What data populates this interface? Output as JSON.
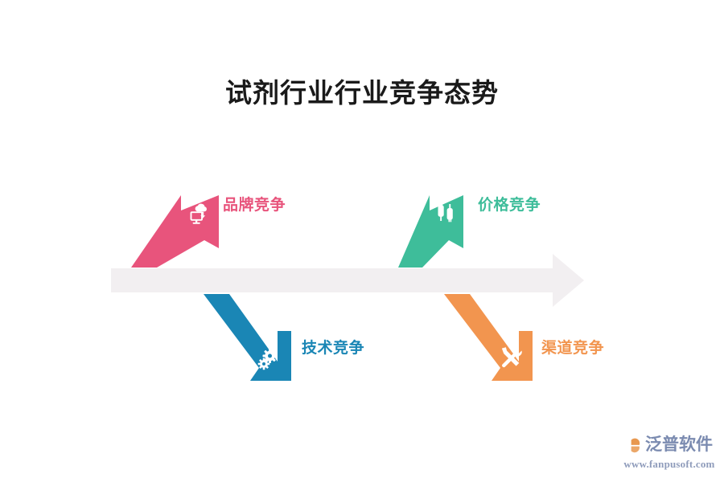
{
  "page": {
    "title": "试剂行业行业竞争态势",
    "background_color": "#ffffff"
  },
  "diagram": {
    "type": "fishbone",
    "spine": {
      "name": "main-spine-arrow",
      "color": "#f2eff1",
      "direction": "right"
    },
    "branches": [
      {
        "id": "brand",
        "label": "品牌竞争",
        "color": "#e8547c",
        "icon": "cloud-monitor-icon",
        "position": "upper-left",
        "direction": "up-right"
      },
      {
        "id": "price",
        "label": "价格竞争",
        "color": "#3ebd9a",
        "icon": "usb-plug-icon",
        "position": "upper-right",
        "direction": "up-right"
      },
      {
        "id": "tech",
        "label": "技术竞争",
        "color": "#1a86b5",
        "icon": "gears-icon",
        "position": "lower-left",
        "direction": "down-right"
      },
      {
        "id": "channel",
        "label": "渠道竞争",
        "color": "#f2954f",
        "icon": "wrench-screwdriver-icon",
        "position": "lower-right",
        "direction": "down-right"
      }
    ]
  },
  "footer": {
    "logo_name": "泛普软件",
    "logo_url": "www.fanpusoft.com",
    "logo_color": "#7b8bb0",
    "logo_mark_color": "#e8984f"
  }
}
